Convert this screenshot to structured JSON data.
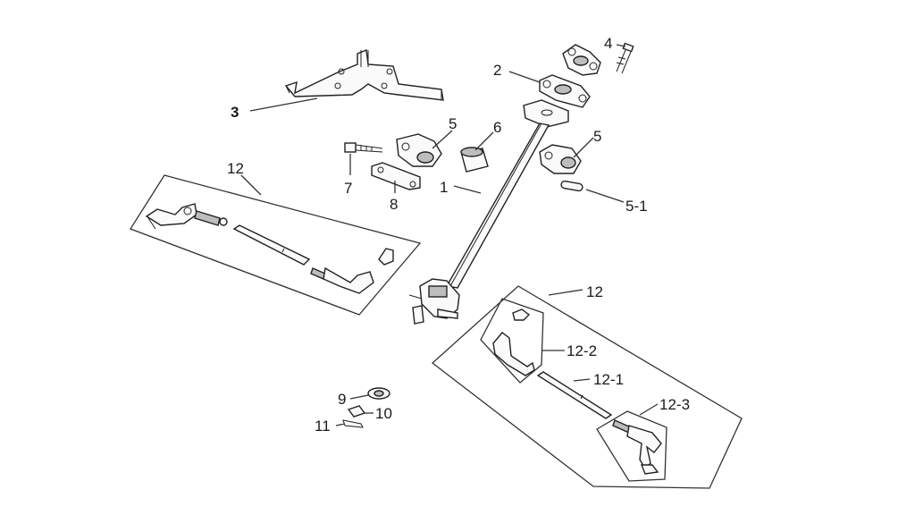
{
  "labels": {
    "p1": "1",
    "p2": "2",
    "p3": "3",
    "p4": "4",
    "p5a": "5",
    "p5b": "5",
    "p5_1": "5-1",
    "p6": "6",
    "p7": "7",
    "p8": "8",
    "p9": "9",
    "p10": "10",
    "p11": "11",
    "p12a": "12",
    "p12b": "12",
    "p12_1": "12-1",
    "p12_2": "12-2",
    "p12_3": "12-3"
  },
  "colors": {
    "line": "#333333",
    "part_fill": "#fafafa",
    "shade": "#bdbdbd"
  }
}
